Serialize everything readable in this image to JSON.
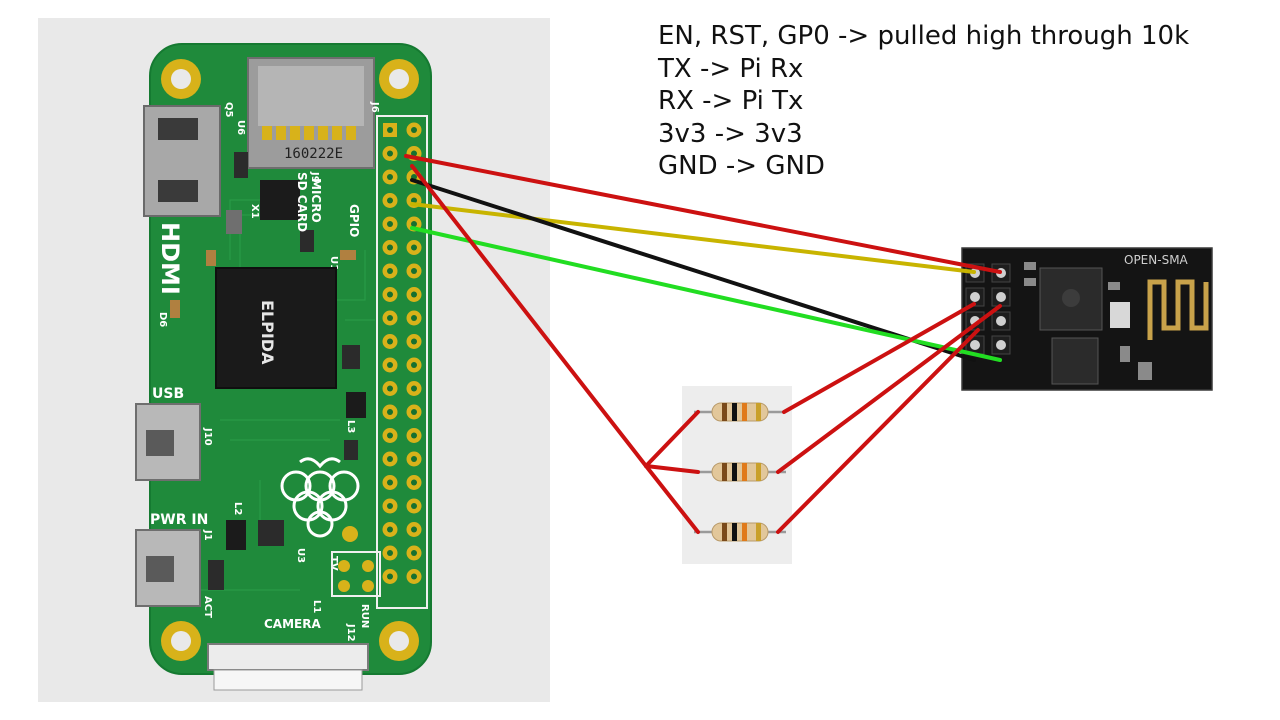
{
  "notes": [
    "EN, RST, GP0 -> pulled high through 10k",
    "TX -> Pi Rx",
    "RX -> Pi Tx",
    "3v3 -> 3v3",
    "GND -> GND"
  ],
  "pi_board": {
    "labels": {
      "hdmi": "HDMI",
      "usb": "USB",
      "pwr_in": "PWR IN",
      "camera": "CAMERA",
      "micro_sd_1": "MICRO",
      "micro_sd_2": "SD CARD",
      "gpio": "GPIO",
      "sd_code": "160222E",
      "j6": "J6",
      "j9": "J9",
      "j10": "J10",
      "j1": "J1",
      "j12": "J12",
      "u3": "U3",
      "l1": "L1",
      "l2": "L2",
      "l3": "L3",
      "tv": "TV",
      "run": "RUN",
      "act": "ACT",
      "q5": "Q5",
      "u6": "U6",
      "x1": "X1",
      "d6": "D6",
      "u1": "U1"
    },
    "soc_label": "ELPIDA"
  },
  "esp_module": {
    "label": "OPEN-SMA"
  },
  "colors": {
    "wire_red": "#cc1111",
    "wire_yellow": "#c8b400",
    "wire_black": "#111111",
    "wire_green": "#22dd22",
    "pcb_green": "#1f8a3b",
    "pcb_dark": "#167030",
    "gold": "#d8b21a",
    "esp_black": "#141414"
  }
}
